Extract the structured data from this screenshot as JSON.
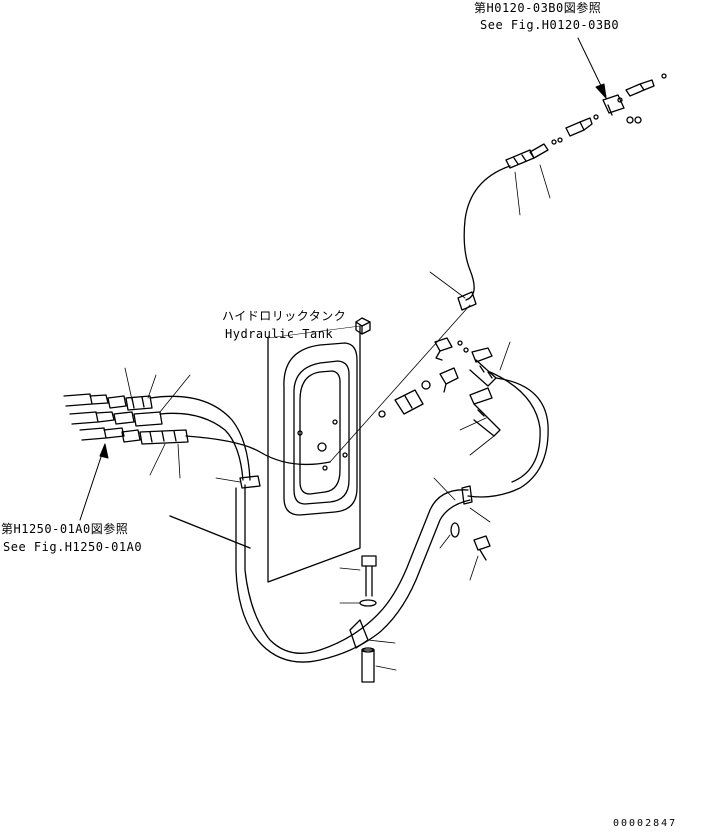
{
  "labels": {
    "ref_top_jp": "第H0120-03B0図参照",
    "ref_top_en": "See Fig.H0120-03B0",
    "tank_jp": "ハイドロリックタンク",
    "tank_en": "Hydraulic Tank",
    "ref_left_jp": "第H1250-01A0図参照",
    "ref_left_en": "See Fig.H1250-01A0",
    "drawing_code": "00002847"
  },
  "colors": {
    "line": "#000000",
    "background": "#ffffff"
  }
}
